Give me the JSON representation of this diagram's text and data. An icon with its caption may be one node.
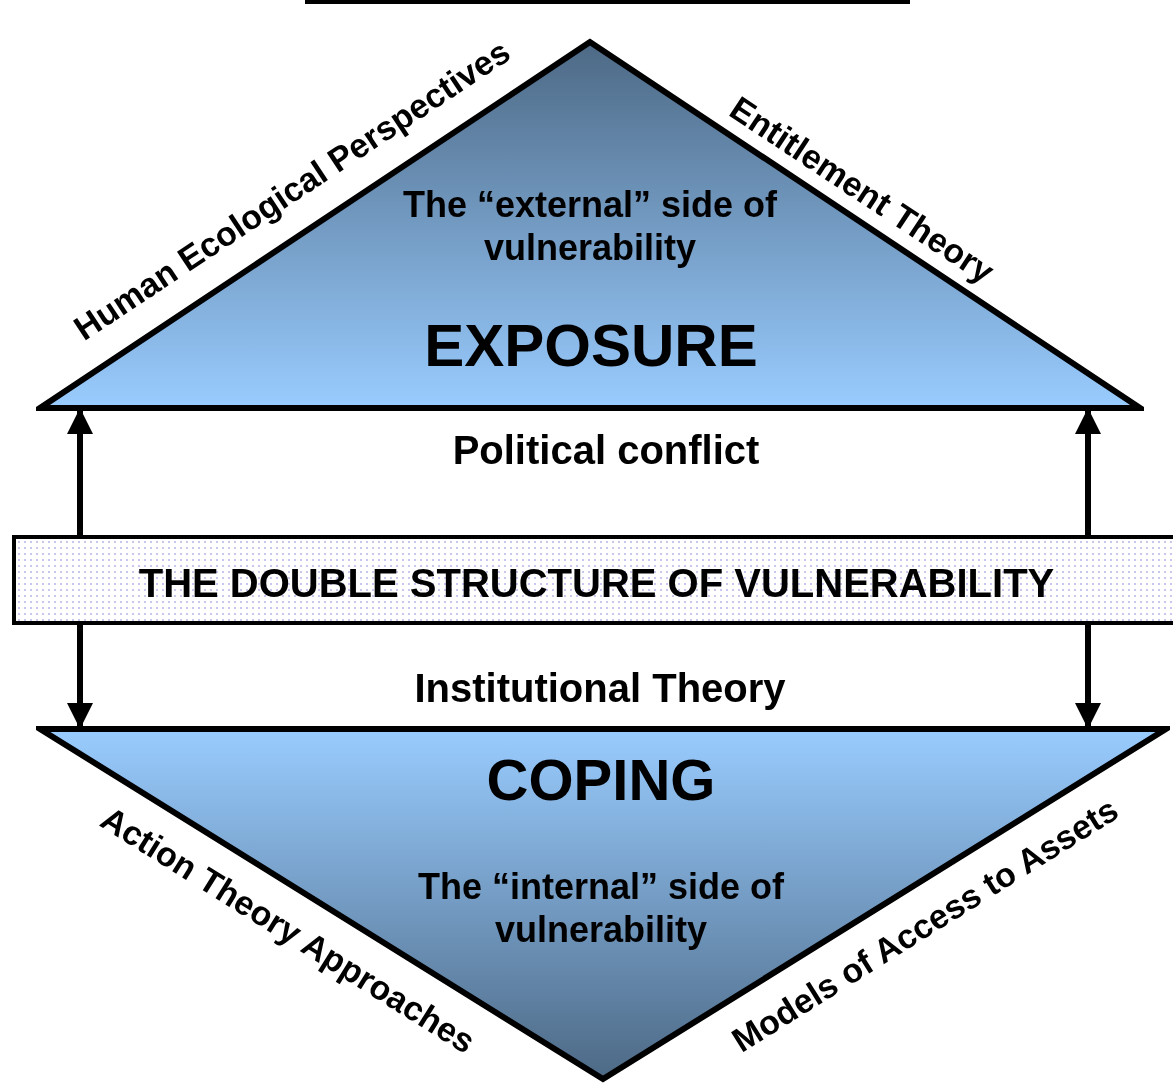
{
  "diagram": {
    "nodes": [
      {
        "text": [
          "The “external” side of vulnerability",
          "EXPOSURE"
        ]
      },
      {
        "text": [
          "THE DOUBLE STRUCTURE OF VULNERABILITY"
        ]
      },
      {
        "text": [
          "COPING",
          "The “internal” side of vulnerability"
        ]
      }
    ],
    "edges": [
      {
        "from": 1,
        "to": 0,
        "arrow": "to"
      },
      {
        "from": 1,
        "to": 0,
        "arrow": "to"
      },
      {
        "from": 1,
        "to": 2,
        "arrow": "to"
      },
      {
        "from": 1,
        "to": 2,
        "arrow": "to"
      }
    ],
    "labels": [
      "Human Ecological Perspectives",
      "Entitlement Theory",
      "Political conflict",
      "Institutional Theory",
      "Action Theory Approaches",
      "Models of Access to Assets"
    ]
  }
}
